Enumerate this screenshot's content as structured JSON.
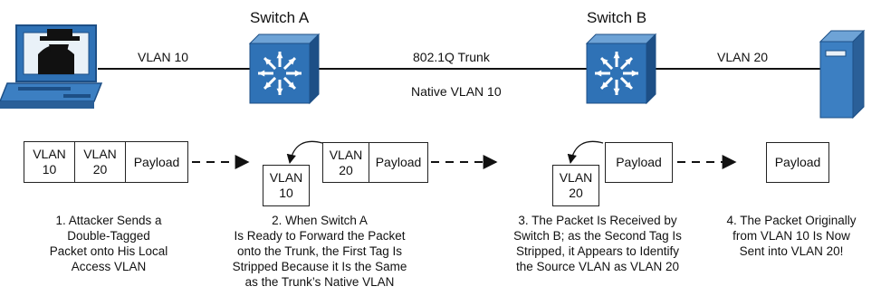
{
  "devices": {
    "switch_a_title": "Switch A",
    "switch_b_title": "Switch B",
    "switch_color": "#2f72b6",
    "switch_color_dark": "#1d4f86",
    "server_color": "#3c7fc2",
    "icons": [
      "attacker-computer-icon",
      "switch-a-icon",
      "switch-b-icon",
      "server-icon"
    ]
  },
  "links": {
    "left_label": "VLAN 10",
    "trunk_label": "802.1Q Trunk",
    "native_label": "Native VLAN 10",
    "right_label": "VLAN 20"
  },
  "frames": {
    "step1": {
      "tag1": "VLAN\n10",
      "tag2": "VLAN\n20",
      "payload": "Payload"
    },
    "step2": {
      "stripped_tag": "VLAN\n10",
      "tag": "VLAN\n20",
      "payload": "Payload"
    },
    "step3": {
      "stripped_tag": "VLAN\n20",
      "payload": "Payload"
    },
    "step4": {
      "payload": "Payload"
    }
  },
  "captions": {
    "step1": "1. Attacker Sends a\nDouble-Tagged\nPacket onto His Local\nAccess VLAN",
    "step2": "2. When Switch A\nIs Ready to Forward the Packet\nonto the Trunk, the First Tag Is\nStripped Because it Is the Same\nas the Trunk’s Native VLAN",
    "step3": "3. The Packet Is Received by\nSwitch B; as the Second Tag Is\nStripped, it Appears to Identify\nthe Source VLAN as VLAN 20",
    "step4": "4. The Packet Originally\nfrom VLAN 10 Is Now\nSent into VLAN 20!"
  }
}
